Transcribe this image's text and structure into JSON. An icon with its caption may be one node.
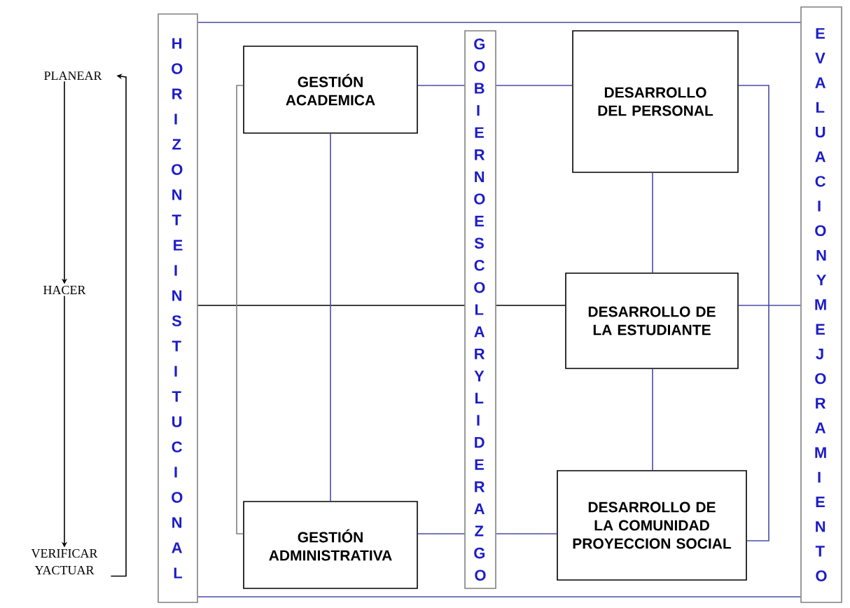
{
  "diagram": {
    "nodes": [
      {
        "text": [
          "PLANEAR"
        ]
      },
      {
        "text": [
          "HACER"
        ]
      },
      {
        "text": [
          "VERIFICAR YACTUAR"
        ]
      },
      {
        "text": [
          "HORIZONTE INSTITUCIONAL"
        ]
      },
      {
        "text": [
          "GESTIÓN ACADEMICA"
        ]
      },
      {
        "text": [
          "GESTIÓN ADMINISTRATIVA"
        ]
      },
      {
        "text": [
          "GOBIERNOESCOLARYLIDERAZGO"
        ]
      },
      {
        "text": [
          "DESARROLLO DEL PERSONAL"
        ]
      },
      {
        "text": [
          "DESARROLLO DE LA ESTUDIANTE"
        ]
      },
      {
        "text": [
          "DESARROLLO DE LA COMUNIDAD PROYECCION SOCIAL"
        ]
      },
      {
        "text": [
          "EVALUACION Y MEJORAMIENTO"
        ]
      }
    ],
    "edges": [
      {
        "from": 2,
        "to": 0,
        "arrow": "to",
        "color": "#000000"
      },
      {
        "from": 0,
        "to": 1,
        "arrow": "to",
        "color": "#000000"
      },
      {
        "from": 1,
        "to": 2,
        "arrow": "to",
        "color": "#000000"
      },
      {
        "from": 3,
        "to": 10,
        "arrow": "none"
      },
      {
        "from": 3,
        "to": 10,
        "arrow": "none"
      },
      {
        "from": 3,
        "to": 6,
        "arrow": "none",
        "color": "#000000"
      },
      {
        "from": 6,
        "to": 8,
        "arrow": "none",
        "color": "#000000"
      },
      {
        "from": 8,
        "to": 10,
        "arrow": "none"
      },
      {
        "from": 4,
        "to": 6,
        "arrow": "none"
      },
      {
        "from": 6,
        "to": 7,
        "arrow": "none"
      },
      {
        "from": 7,
        "to": 9,
        "arrow": "none"
      },
      {
        "from": 4,
        "to": 5,
        "arrow": "none",
        "color": "#808080"
      },
      {
        "from": 4,
        "to": 5,
        "arrow": "none"
      },
      {
        "from": 5,
        "to": 6,
        "arrow": "none"
      },
      {
        "from": 6,
        "to": 9,
        "arrow": "none"
      },
      {
        "from": 7,
        "to": 8,
        "arrow": "none"
      },
      {
        "from": 8,
        "to": 9,
        "arrow": "none"
      }
    ]
  }
}
